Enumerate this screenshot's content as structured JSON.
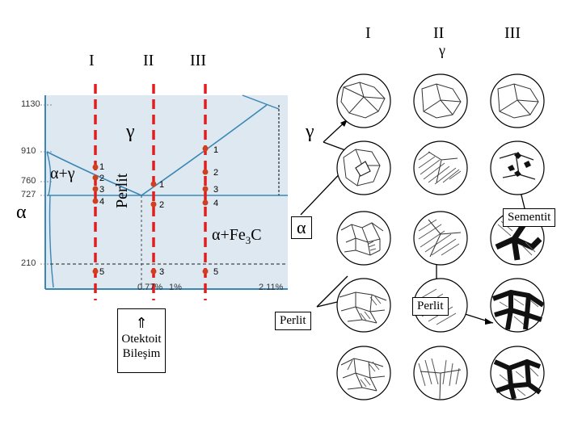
{
  "left_header": {
    "col1": "I",
    "col2": "II",
    "col3": "III"
  },
  "right_header": {
    "col1": "I",
    "col2": "II",
    "col2_sub": "γ",
    "col3": "III"
  },
  "y_ticks": [
    "1130",
    "910",
    "760",
    "727",
    "210"
  ],
  "x_ticks": [
    "0.77%",
    "1%",
    "2.11%"
  ],
  "phases": {
    "gamma_left": "γ",
    "gamma_right": "γ",
    "alpha_left": "α",
    "alpha_gamma": "α+γ",
    "perlit_vertical": "Perlit",
    "alpha_fe3c": "α+Fe",
    "alpha_fe3c_sub": "3",
    "alpha_fe3c_end": "C",
    "alpha_box": "α"
  },
  "line1_points": [
    "1",
    "2",
    "3",
    "4",
    "5"
  ],
  "line2_points": [
    "1",
    "2",
    "3"
  ],
  "line3_points": [
    "1",
    "2",
    "3",
    "4",
    "5"
  ],
  "eutectoid_arrow": "⇑",
  "eutectoid_label_1": "Otektoit",
  "eutectoid_label_2": "Bileşim",
  "labels": {
    "perlit_1": "Perlit",
    "perlit_2": "Perlit",
    "sementit": "Sementit"
  },
  "colors": {
    "diagram_bg": "#dde8f0",
    "phase_line": "#3a87b6",
    "composition_line": "#e02020",
    "point": "#d0401e",
    "lamella": "#555555"
  }
}
